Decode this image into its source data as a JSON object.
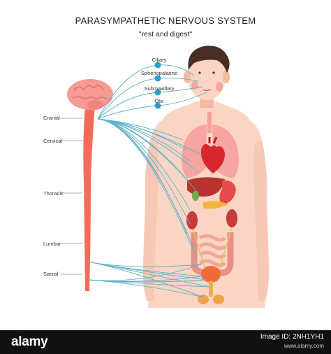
{
  "title": "PARASYMPATHETIC NERVOUS SYSTEM",
  "subtitle": "\"rest and digest\"",
  "spine_labels": {
    "cranial": "Cranial",
    "cervical": "Cervical",
    "thoracic": "Thoracic",
    "lumbar": "Lumbar",
    "sacral": "Sacral"
  },
  "cranial_nerves": {
    "ciliary": "Ciliary",
    "sphenopalatine": "Sphenopalatine",
    "submaxillary": "Submaxillary",
    "otic": "Otic"
  },
  "colors": {
    "nerve": "#5fb0c7",
    "node": "#2a9fd6",
    "skin": "#fbd5c4",
    "spine": "#f26b5b",
    "brain": "#f59a94",
    "hair": "#4a2e24"
  },
  "footer": {
    "brand": "alamy",
    "image_id_label": "Image ID: 2NH1YH1",
    "url": "www.alamy.com"
  }
}
